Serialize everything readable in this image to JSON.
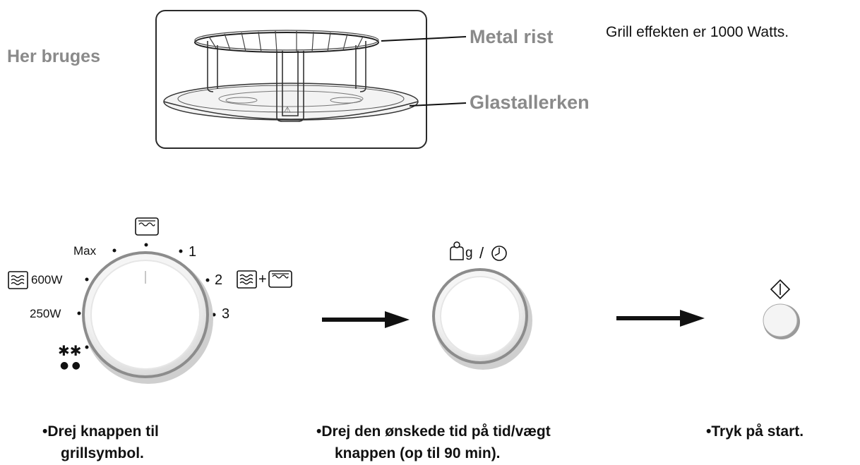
{
  "usage_label": "Her bruges",
  "callouts": {
    "rack": "Metal rist",
    "plate": "Glastallerken"
  },
  "power_info": "Grill effekten er 1000 Watts.",
  "mode_dial": {
    "labels": {
      "max": "Max",
      "one": "1",
      "two": "2",
      "three": "3",
      "p600": "600W",
      "p250": "250W"
    },
    "combo_plus": "+"
  },
  "weight_time_dial": {
    "weight_unit": "g",
    "separator": "/"
  },
  "steps": [
    {
      "bullet": "•",
      "line1": "Drej knappen til",
      "line2": "grillsymbol."
    },
    {
      "bullet": "•",
      "line1": "Drej den ønskede tid på tid/vægt",
      "line2": "knappen (op til 90 min)."
    },
    {
      "bullet": "•",
      "line1": "Tryk på start."
    }
  ]
}
